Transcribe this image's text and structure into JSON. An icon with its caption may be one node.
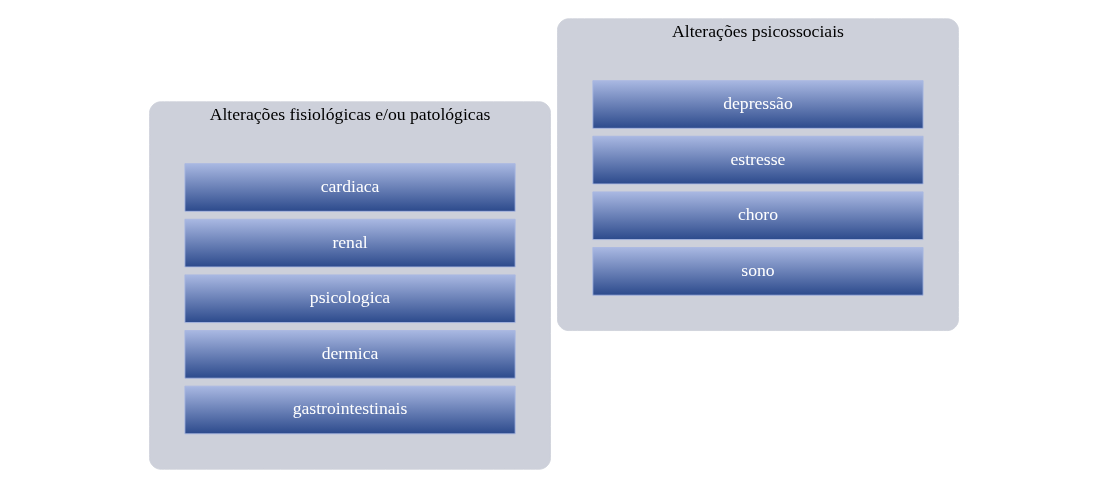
{
  "diagram": {
    "nodes": [
      {
        "text": [
          "Alterações fisiológicas e/ou patológicas"
        ]
      },
      {
        "text": [
          "cardiaca"
        ],
        "in": 0
      },
      {
        "text": [
          "renal"
        ],
        "in": 0
      },
      {
        "text": [
          "psicologica"
        ],
        "in": 0
      },
      {
        "text": [
          "dermica"
        ],
        "in": 0
      },
      {
        "text": [
          "gastrointestinais"
        ],
        "in": 0
      },
      {
        "text": [
          "Alterações psicossociais"
        ]
      },
      {
        "text": [
          "depressão"
        ],
        "in": 6
      },
      {
        "text": [
          "estresse"
        ],
        "in": 6
      },
      {
        "text": [
          "choro"
        ],
        "in": 6
      },
      {
        "text": [
          "sono"
        ],
        "in": 6
      }
    ]
  }
}
